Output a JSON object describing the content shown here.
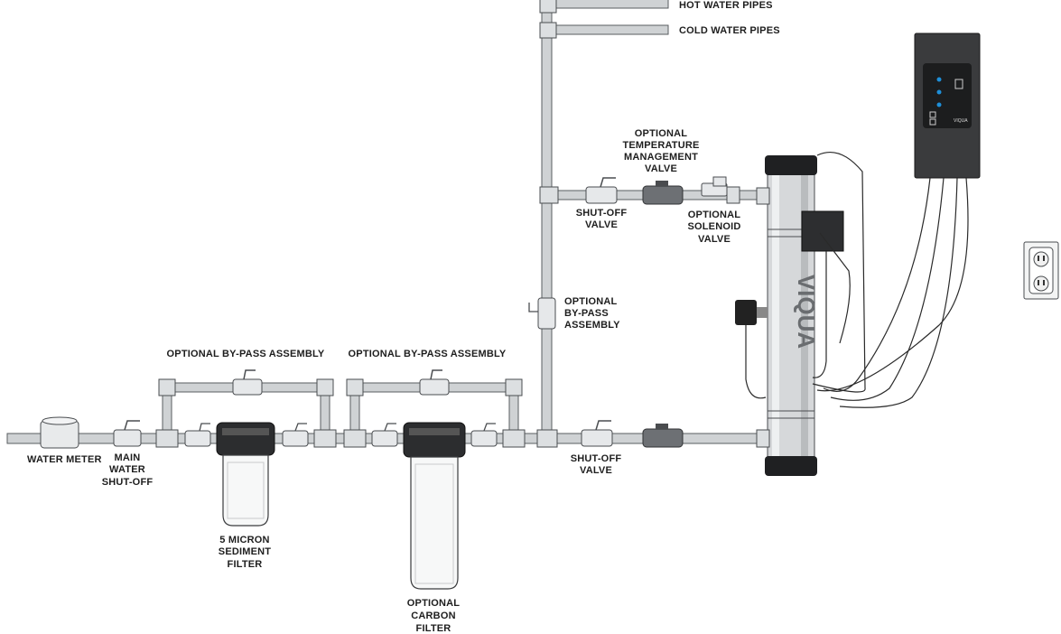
{
  "labels": {
    "hot_water_pipes": "HOT WATER PIPES",
    "cold_water_pipes": "COLD WATER PIPES",
    "temp_valve": [
      "OPTIONAL",
      "TEMPERATURE",
      "MANAGEMENT",
      "VALVE"
    ],
    "shutoff_upper": [
      "SHUT-OFF",
      "VALVE"
    ],
    "solenoid": [
      "OPTIONAL",
      "SOLENOID",
      "VALVE"
    ],
    "bypass_vertical": [
      "OPTIONAL",
      "BY-PASS",
      "ASSEMBLY"
    ],
    "bypass_1": "OPTIONAL BY-PASS ASSEMBLY",
    "bypass_2": "OPTIONAL BY-PASS ASSEMBLY",
    "water_meter": "WATER METER",
    "main_shutoff": [
      "MAIN",
      "WATER",
      "SHUT-OFF"
    ],
    "sediment_filter": [
      "5 MICRON",
      "SEDIMENT",
      "FILTER"
    ],
    "carbon_filter": [
      "OPTIONAL",
      "CARBON",
      "FILTER"
    ],
    "shutoff_lower": [
      "SHUT-OFF",
      "VALVE"
    ],
    "brand": "VIQUA",
    "controller_brand": "VIQUA"
  },
  "colors": {
    "pipe": "#cfd2d4",
    "pipe_outline": "#5a5d60",
    "controller": "#3a3b3d",
    "uv_chamber": "#d6d8da",
    "endcap": "#1f2022",
    "text": "#1e1e1e"
  },
  "icons": {
    "outlet": "electrical-outlet-icon",
    "controller": "uv-controller-icon"
  }
}
